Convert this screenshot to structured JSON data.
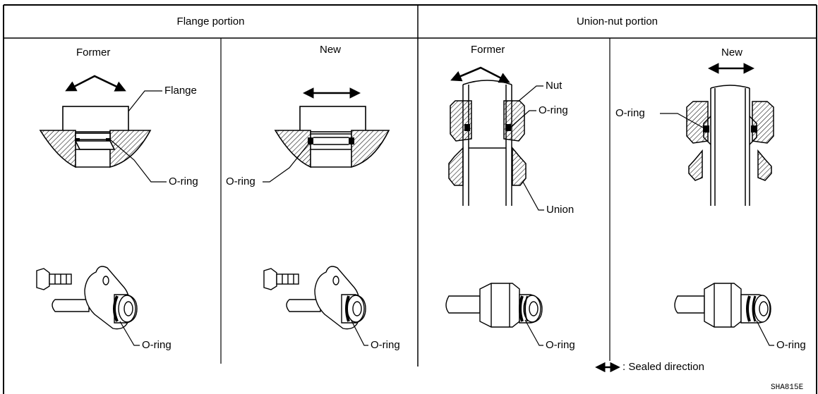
{
  "header": {
    "flange_portion": "Flange portion",
    "union_nut_portion": "Union-nut portion"
  },
  "columns": {
    "flange_former": "Former",
    "flange_new": "New",
    "union_former": "Former",
    "union_new": "New"
  },
  "labels": {
    "flange": "Flange",
    "o_ring": "O-ring",
    "nut": "Nut",
    "union": "Union"
  },
  "legend": {
    "sealed_direction": ": Sealed direction"
  },
  "figure_code": "SHA815E",
  "cropped_title": "piping"
}
